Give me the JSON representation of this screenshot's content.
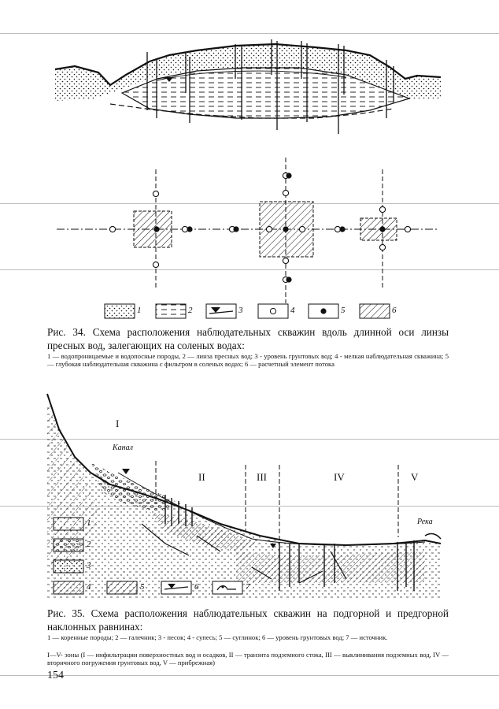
{
  "fig34": {
    "legend_numbers": [
      "1",
      "2",
      "3",
      "4",
      "5",
      "6"
    ],
    "title": "Рис. 34. Схема расположения наблюдательных скважин вдоль длинной оси линзы пресных вод, залегающих на соленых водах:",
    "legend": "1 — водопроницаемые и водопосные породы, 2 — линза пресных вод; 3 - уровень грунтовых вод; 4 - мелкая наблюдательная скважина; 5 — глубокая наблюдательная скважина с фильтром в соленых водах; 6 — расчетный элемент потока"
  },
  "fig35": {
    "zones": [
      "I",
      "II",
      "III",
      "IV",
      "V"
    ],
    "canal_label": "Канал",
    "river_label": "Река",
    "legend_numbers": [
      "1",
      "2",
      "3",
      "4",
      "5",
      "6",
      "7"
    ],
    "title": "Рис. 35. Схема расположения наблюдательных скважин на подгорной и предгорной наклонных равнинах:",
    "legend": "1 — коренные породы; 2 — галечник; 3 - песок; 4 - супесь; 5 — суглинок; 6 — уровень грунтовых вод; 7 — источник.",
    "zones_legend": "I—V- зоны (I — инфильтрации поверхностных вод и осадков, II — транзита подземного стока, III — выклинивания подземных вод, IV — вторичного погружения грунтовых вод, V — прибрежная)"
  },
  "page_number": "154"
}
